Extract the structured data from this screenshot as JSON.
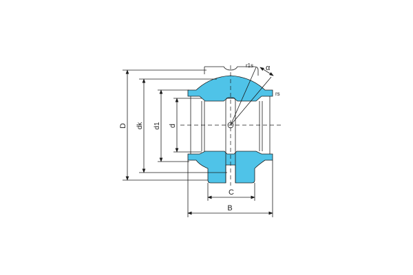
{
  "drawing": {
    "subject": "spherical plain bearing cross-section",
    "fill_color": "#4fc3e8",
    "line_color": "#1a1a1a",
    "dimensions": {
      "D": "D",
      "dk": "dk",
      "d1": "d1",
      "d": "d",
      "C": "C",
      "B": "B",
      "r1s": "r1s",
      "rs": "rs",
      "alpha": "α"
    }
  }
}
